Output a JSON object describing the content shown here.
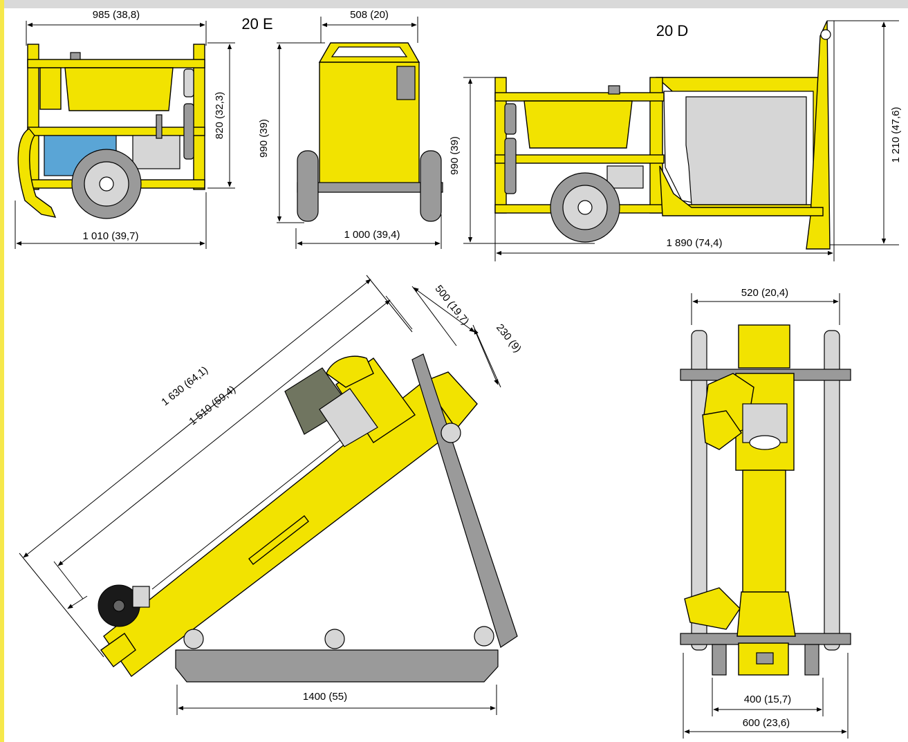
{
  "models": {
    "electric": "20 E",
    "diesel": "20 D"
  },
  "dimensions": {
    "e_side_width": "985 (38,8)",
    "e_side_height": "820 (32,3)",
    "e_side_length": "1 010 (39,7)",
    "e_front_width": "508 (20)",
    "e_front_height": "990 (39)",
    "e_front_track": "1 000 (39,4)",
    "d_height": "990 (39)",
    "d_mast_height": "1 210 (47,6)",
    "d_length": "1 890 (74,4)",
    "mast_total": "1 630 (64,1)",
    "mast_feed": "1 510 (59,4)",
    "mast_offset_a": "500 (19,7)",
    "mast_offset_b": "230 (9)",
    "base_length": "1400 (55)",
    "end_width_top": "520 (20,4)",
    "end_width_inner": "400 (15,7)",
    "end_width_outer": "600 (23,6)"
  },
  "colors": {
    "machine_yellow": "#f2e300",
    "wheel_grey": "#9a9a9a",
    "motor_blue": "#5aa5d6",
    "border_yellow": "#f6e84a",
    "top_bar_grey": "#d9d9d9"
  }
}
